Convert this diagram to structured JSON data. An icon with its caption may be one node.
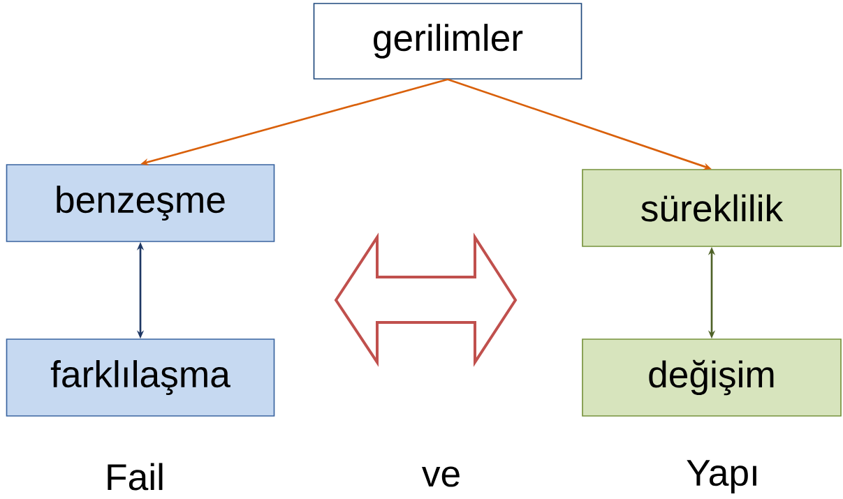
{
  "diagram": {
    "nodes": [
      {
        "text": [
          "gerilimler"
        ]
      },
      {
        "text": [
          "benzeşme"
        ]
      },
      {
        "text": [
          "farklılaşma"
        ]
      },
      {
        "text": [
          "süreklilik"
        ]
      },
      {
        "text": [
          "değişim"
        ]
      }
    ],
    "edges": [
      {
        "from": 0,
        "to": 1,
        "arrow": "to",
        "color": "#d9600a"
      },
      {
        "from": 0,
        "to": 3,
        "arrow": "to",
        "color": "#d9600a"
      },
      {
        "from": 1,
        "to": 2,
        "arrow": "both",
        "color": "#1f3864"
      },
      {
        "from": 3,
        "to": 4,
        "arrow": "both",
        "color": "#4f6228"
      }
    ],
    "labels": [
      "Fail",
      "ve",
      "Yapı"
    ]
  }
}
